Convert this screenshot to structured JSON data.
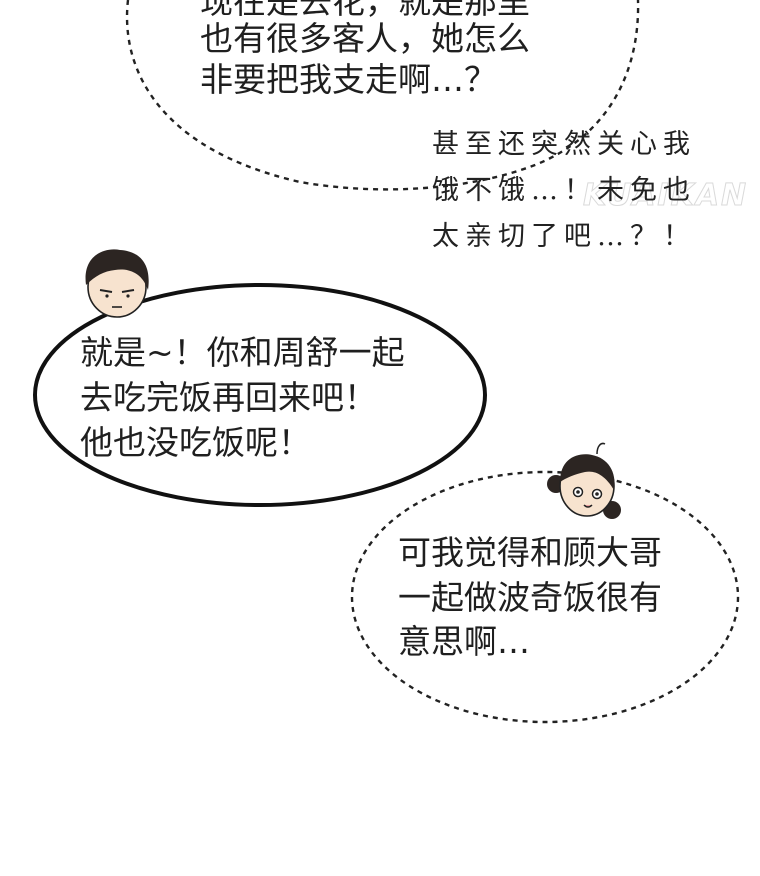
{
  "bubbles": {
    "top_thought": {
      "lines": [
        "现在是去花，就是那里",
        "也有很多客人，她怎么",
        "非要把我支走啊…？"
      ]
    },
    "side_note": {
      "lines": [
        "甚至还突然关心我",
        "饿不饿…！未免也",
        "太亲切了吧…？！"
      ]
    },
    "boy_speech": {
      "lines": [
        "就是~！你和周舒一起",
        "去吃完饭再回来吧！",
        "他也没吃饭呢！"
      ]
    },
    "girl_thought": {
      "lines": [
        "可我觉得和顾大哥",
        "一起做波奇饭很有",
        "意思啊…"
      ]
    }
  },
  "watermark": "KUAIKAN",
  "colors": {
    "ink": "#1a1a1a",
    "background": "#ffffff",
    "skin": "#f7e3cf",
    "hair": "#2c2522"
  }
}
